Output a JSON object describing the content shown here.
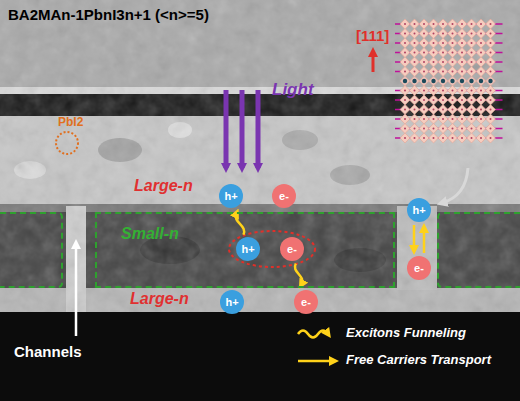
{
  "diagram": {
    "nodes": [
      {
        "text": [
          "h+"
        ]
      },
      {
        "text": [
          "e-"
        ]
      },
      {
        "text": [
          "h+"
        ]
      },
      {
        "text": [
          "Small-n"
        ]
      },
      {
        "text": [
          "h+"
        ],
        "in": 3
      },
      {
        "text": [
          "e-"
        ],
        "in": 3
      },
      {
        "text": [
          "e-"
        ]
      },
      {
        "text": [
          "h+"
        ]
      },
      {
        "text": [
          "e-"
        ]
      }
    ],
    "edges": [
      {
        "from": 4,
        "to": 0,
        "arrow": "to"
      },
      {
        "from": 5,
        "to": 8,
        "arrow": "to"
      },
      {
        "from": 6,
        "to": 2,
        "arrow": "to"
      },
      {
        "from": 2,
        "to": 6,
        "arrow": "to"
      }
    ],
    "labels": [
      "BA2MAn-1PbnI3n+1 (<n>=5)",
      "PbI2",
      "Light",
      "[111]",
      "Large-n",
      "Large-n",
      "Channels"
    ],
    "legend": [
      {
        "text": "Excitons Funneling"
      },
      {
        "text": "Free Carriers Transport"
      }
    ]
  }
}
